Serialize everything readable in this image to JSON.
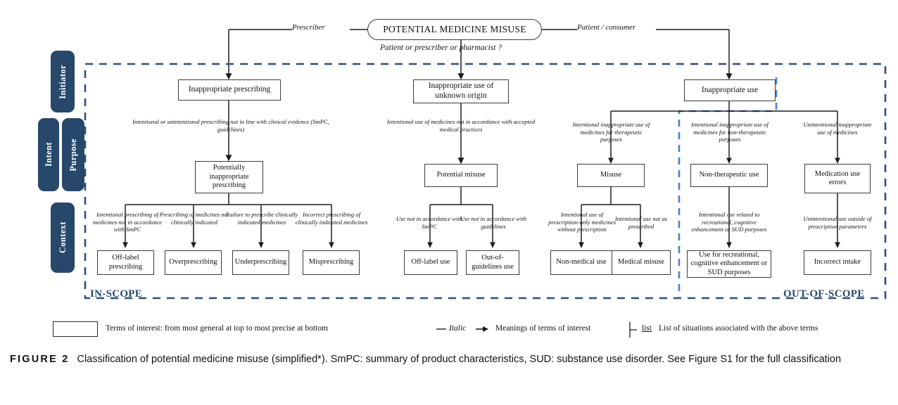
{
  "figure": {
    "root": {
      "label": "POTENTIAL MEDICINE MISUSE"
    },
    "root_edges": {
      "left": "Prescriber",
      "right": "Patient / consumer",
      "down": "Patient or prescriber or pharmacist ?"
    },
    "side_categories": [
      {
        "label": "Initiator"
      },
      {
        "label": "Intent"
      },
      {
        "label": "Purpose"
      },
      {
        "label": "Context"
      }
    ],
    "scopes": {
      "in_scope": "IN-SCOPE",
      "out_of_scope": "OUT-OF-SCOPE",
      "in_scope_color": "#27476b",
      "out_of_scope_color": "#27476b",
      "in_scope_border_color": "#2d4f77",
      "out_of_scope_border_color": "#4f80bf"
    },
    "branches": [
      {
        "id": "inappropriate-prescribing",
        "level1": "Inappropriate prescribing",
        "level1_desc": "Intentional or unintentional prescribing not in line with clinical evidence (SmPC, guidelines)",
        "level2": "Potentially inappropriate prescribing",
        "leaves": [
          {
            "desc": "Intentional prescribing of medicines not in accordance with SmPC",
            "term": "Off-label prescribing"
          },
          {
            "desc": "Prescribing of medicines not clinically indicated",
            "term": "Overprescribing"
          },
          {
            "desc": "Failure to prescribe clinically indicated medicines",
            "term": "Underprescribing"
          },
          {
            "desc": "Incorrect prescribing of clinically indicated medicines",
            "term": "Misprescribing"
          }
        ]
      },
      {
        "id": "inappropriate-use-unknown-origin",
        "level1": "Inappropriate use of unknown origin",
        "level1_desc": "Intentional use of medicines not in accordance with accepted medical practices",
        "level2": "Potential misuse",
        "leaves": [
          {
            "desc": "Use not in accordance with SmPC",
            "term": "Off-label use"
          },
          {
            "desc": "Use not in accordance with guidelines",
            "term": "Out-of-guidelines use"
          }
        ]
      },
      {
        "id": "inappropriate-use",
        "level1": "Inappropriate use",
        "sub_branches": [
          {
            "id": "misuse",
            "desc": "Intentional inappropriate use of medicines for therapeutic purposes",
            "term": "Misuse",
            "leaves": [
              {
                "desc": "Intentional use of prescription-only medicines without prescription",
                "term": "Non-medical use"
              },
              {
                "desc": "Intentional use not as prescribed",
                "term": "Medical misuse"
              }
            ]
          },
          {
            "id": "non-therapeutic-use",
            "desc": "Intentional inappropriate use of medicines for non-therapeutic purposes",
            "term": "Non-therapeutic use",
            "leaves": [
              {
                "desc": "Intentional use related to recreational, cognitive enhancement or SUD purposes",
                "term": "Use for recreational, cognitive enhancement or SUD purposes"
              }
            ]
          },
          {
            "id": "medication-use-errors",
            "desc": "Unintentional inappropriate use of medicines",
            "term": "Medication use errors",
            "leaves": [
              {
                "desc": "Unintentional use outside of prescription parameters",
                "term": "Incorrect intake"
              }
            ]
          }
        ]
      }
    ],
    "legend": [
      {
        "icon": "empty-box",
        "text": "Terms of interest: from most general at top to most precise at bottom"
      },
      {
        "icon": "arrow-italic",
        "prefix": "Italic",
        "text": "Meanings of terms of interest"
      },
      {
        "icon": "bracket-list",
        "prefix": "list",
        "text": "List of situations associated with the above terms"
      }
    ]
  },
  "caption": {
    "label": "FIGURE 2",
    "text": "Classification of potential medicine misuse (simplified*). SmPC: summary of product characteristics, SUD: substance use disorder. See Figure S1 for the full classification"
  }
}
